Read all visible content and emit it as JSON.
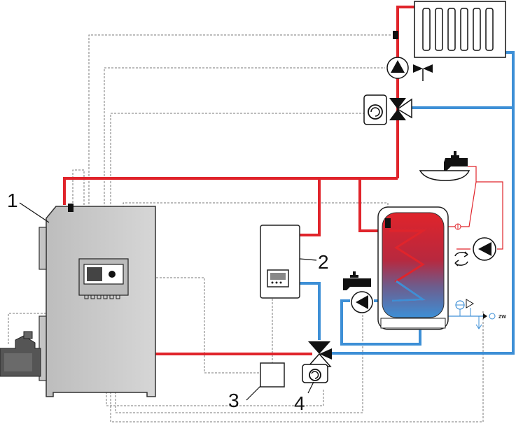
{
  "labels": {
    "boiler": "1",
    "buffer_unit": "2",
    "controller_box": "3",
    "mixing_actuator": "4",
    "cold_water": "ZW"
  },
  "colors": {
    "supply": "#e0242b",
    "return": "#3d8fd6",
    "boiler_body": "#c8c8c8",
    "boiler_outline": "#333333",
    "signal": "#7a7a7a"
  },
  "icons": [
    "radiator-icon",
    "pump-icon",
    "three-way-valve-icon",
    "actuator-icon",
    "tap-icon",
    "sink-icon",
    "tank-icon",
    "heating-coil-icon",
    "temperature-sensor-icon",
    "controller-display-icon",
    "fuel-feeder-icon",
    "circulation-arrows-icon",
    "expansion-vessel-icon",
    "check-valve-icon"
  ]
}
